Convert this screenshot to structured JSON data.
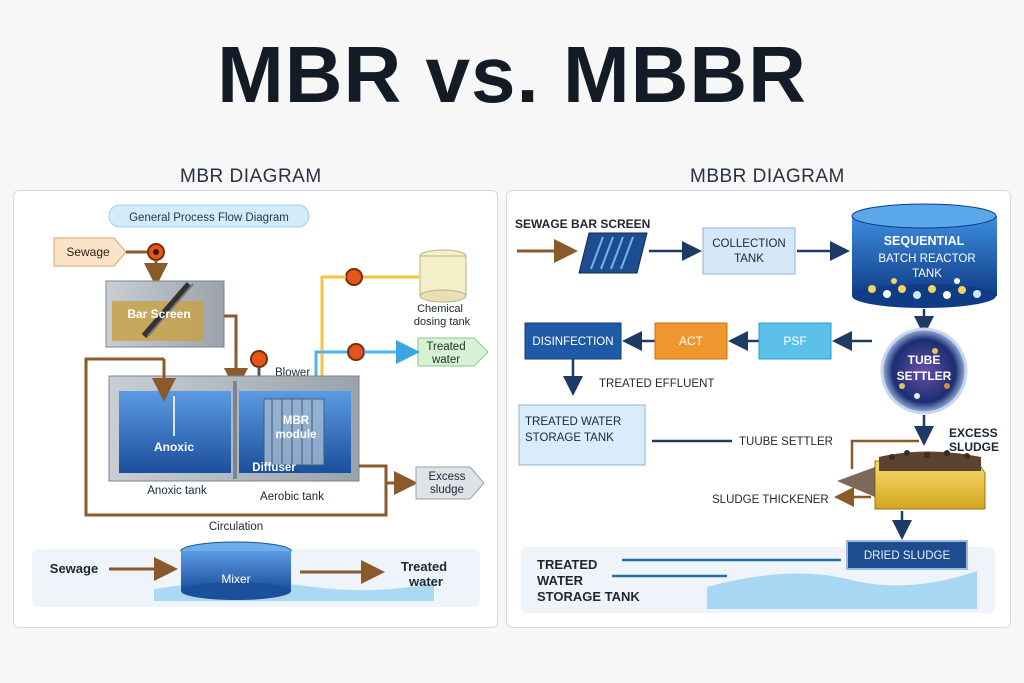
{
  "title": "MBR vs. MBBR",
  "mbr": {
    "heading": "MBR DIAGRAM",
    "subheading": "General Process Flow Diagram",
    "labels": {
      "sewage_in": "Sewage",
      "bar_screen": "Bar Screen",
      "chemical_dosing_tank": "Chemical dosing tank",
      "treated_water": "Treated water",
      "blower": "Blower",
      "anoxic": "Anoxic",
      "mbr_module": "MBR module",
      "diffuser": "Diffuser",
      "anoxic_tank": "Anoxic tank",
      "aerobic_tank": "Aerobic tank",
      "excess_sludge": "Excess sludge",
      "circulation": "Circulation",
      "sewage_bottom": "Sewage",
      "mixer": "Mixer",
      "treated_water_bottom": "Treated water"
    },
    "colors": {
      "water": "#2b6fc4",
      "flow_brown": "#8a5a2b",
      "flow_yellow": "#f2c53d",
      "flow_blue": "#4cb4ee"
    }
  },
  "mbbr": {
    "heading": "MBBR DIAGRAM",
    "labels": {
      "sewage_bar_screen": "SEWAGE BAR SCREEN",
      "collection_tank": "COLLECTION TANK",
      "sbr_tank": "SEQUENTIAL BATCH REACTOR TANK",
      "disinfection": "DISINFECTION",
      "act": "ACT",
      "psf": "PSF",
      "tube_settler_circle": "TUBE SETTLER",
      "treated_effluent": "TREATED EFFLUENT",
      "treated_water_storage": "TREATED WATER STORAGE TANK",
      "tuube_settler": "TUUBE SETTLER",
      "excess_sludge": "EXCESS SLUDGE",
      "sludge_thickener": "SLUDGE THICKENER",
      "dried_sludge": "DRIED SLUDGE",
      "treated_water_bottom": "TREATED WATER STORAGE TANK"
    },
    "colors": {
      "act": "#f0962e",
      "psf": "#5cc1ea",
      "disinfection": "#1f5aa6",
      "navy": "#1d3b66"
    }
  }
}
